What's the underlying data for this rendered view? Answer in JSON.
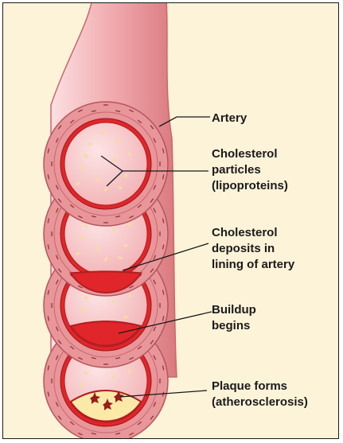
{
  "labels": {
    "artery": "Artery",
    "cholesterol_particles": [
      "Cholesterol",
      "particles",
      "(lipoproteins)"
    ],
    "cholesterol_deposits": [
      "Cholesterol",
      "deposits in",
      "lining of artery"
    ],
    "buildup": [
      "Buildup",
      "begins"
    ],
    "plaque": [
      "Plaque forms",
      "(atherosclerosis)"
    ]
  },
  "colors": {
    "background": "#fdf3d9",
    "artery_wall": "#e8969a",
    "artery_lumen": "#f7c7c9",
    "endothelium": "#e0262a",
    "plaque": "#fbe9a8",
    "plaque_core": "#9a1c1c",
    "particle": "#f5dca0"
  },
  "stages": [
    {
      "stage": "Cholesterol particles (lipoproteins)",
      "plaque_level": 0
    },
    {
      "stage": "Cholesterol deposits in lining of artery",
      "plaque_level": 0.1
    },
    {
      "stage": "Buildup begins",
      "plaque_level": 0.3
    },
    {
      "stage": "Plaque forms (atherosclerosis)",
      "plaque_level": 0.7
    }
  ]
}
